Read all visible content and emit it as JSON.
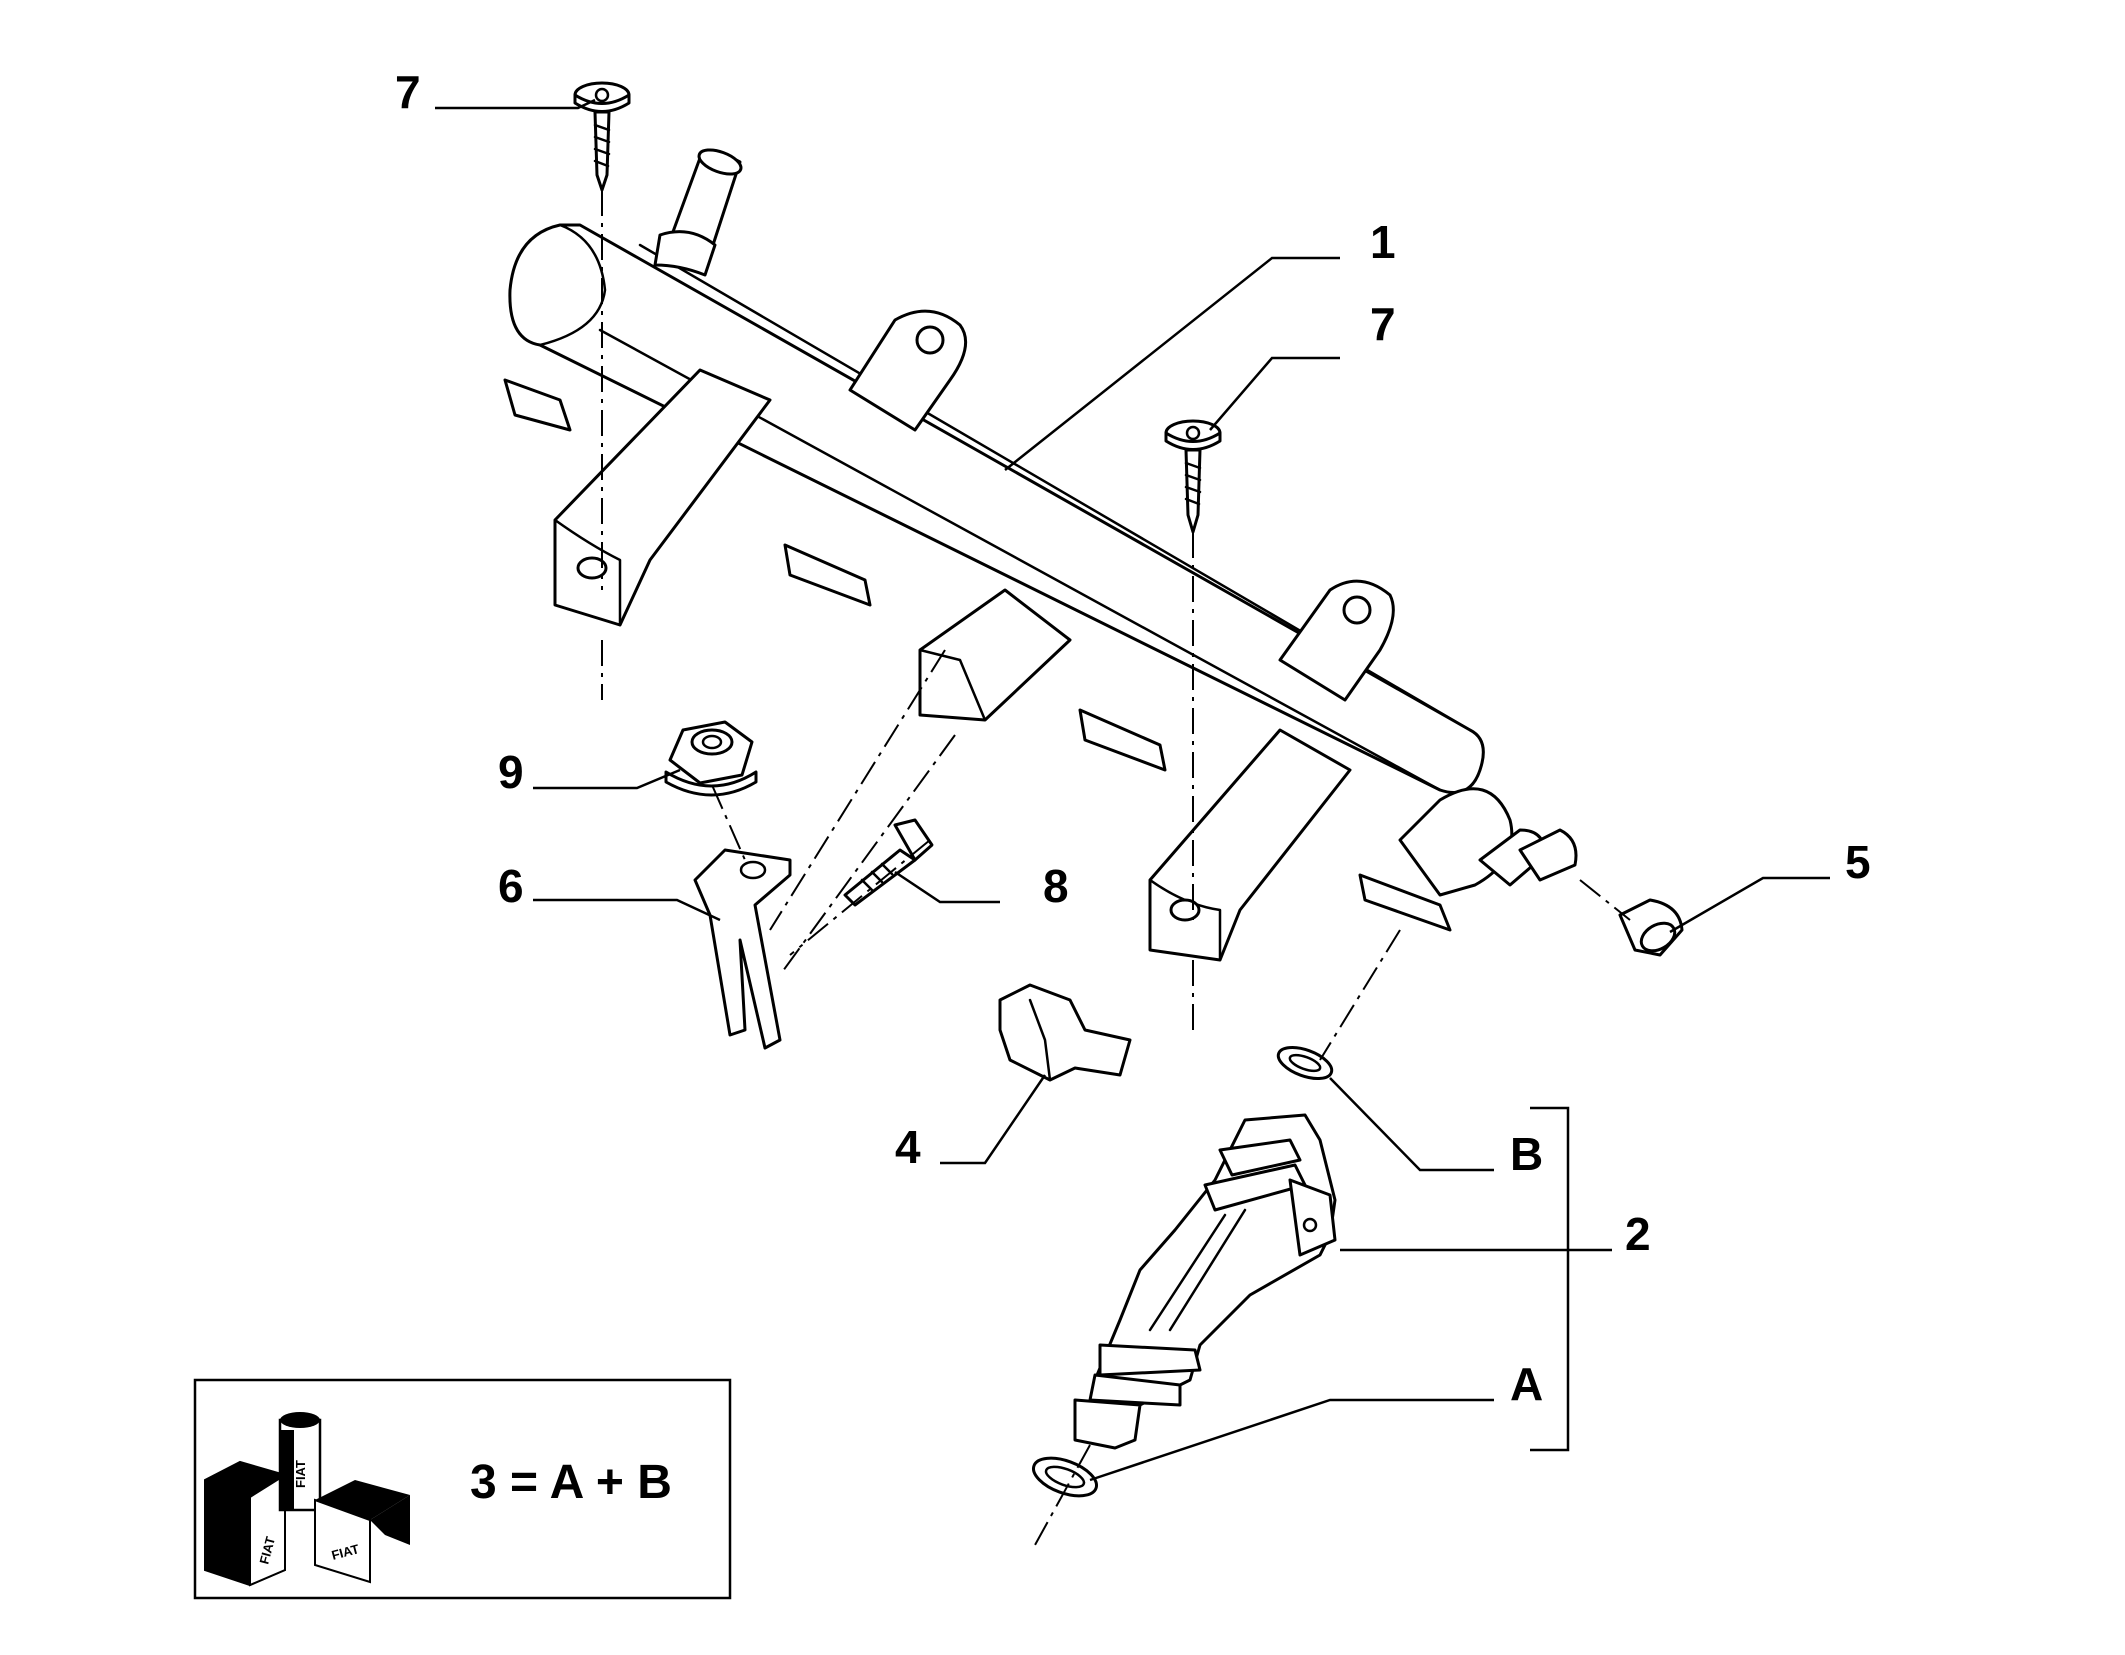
{
  "callouts": {
    "c1": "1",
    "c2": "2",
    "c4": "4",
    "c5": "5",
    "c6": "6",
    "c7a": "7",
    "c7b": "7",
    "c8": "8",
    "c9": "9",
    "cA": "A",
    "cB": "B"
  },
  "kit_box": {
    "formula": "3 = A + B",
    "logo_text": "FIAT"
  }
}
